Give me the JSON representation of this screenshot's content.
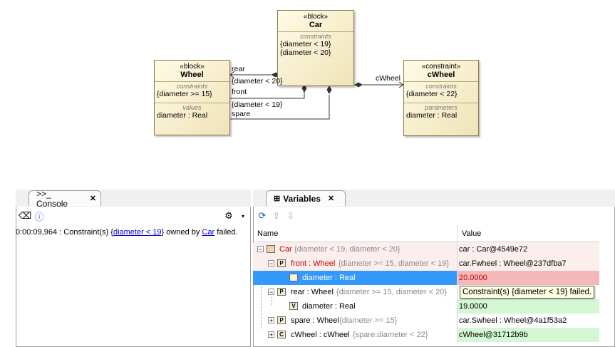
{
  "diagram": {
    "car": {
      "stereotype": "«block»",
      "name": "Car",
      "compartment_title": "constraints",
      "constraints": [
        "{diameter < 19}",
        "{diameter < 20}"
      ]
    },
    "wheel": {
      "stereotype": "«block»",
      "name": "Wheel",
      "constraints_title": "constraints",
      "constraints": [
        "{diameter >= 15}"
      ],
      "values_title": "values",
      "values": [
        "diameter : Real"
      ]
    },
    "cwheel": {
      "stereotype": "«constraint»",
      "name": "cWheel",
      "constraints_title": "constraints",
      "constraints": [
        "{diameter < 22}"
      ],
      "params_title": "parameters",
      "params": [
        "diameter : Real"
      ]
    },
    "labels": {
      "rear": "rear",
      "rear_constraint": "{diameter < 20}",
      "front": "front",
      "front_constraint": "{diameter < 19}",
      "spare": "spare",
      "cwheel": "cWheel"
    }
  },
  "console": {
    "tab_label": ">>_ Console",
    "close": "✕",
    "line": {
      "prefix": "0:00:09,964 : Constraint(s) {",
      "link1": "diameter < 19",
      "middle": "} owned by ",
      "link2": "Car",
      "suffix": " failed."
    }
  },
  "variables": {
    "tab_label": "Variables",
    "close": "✕",
    "columns": {
      "name": "Name",
      "value": "Value"
    },
    "rows": [
      {
        "toggle": "−",
        "icon": "",
        "name": "Car",
        "extra": "{diameter < 19, diameter < 20}",
        "value": "car : Car@4549e72"
      },
      {
        "toggle": "−",
        "icon": "P",
        "name": "front : Wheel",
        "extra": "{diameter >= 15, diameter < 19}",
        "value": "car.Fwheel : Wheel@237dfba7"
      },
      {
        "toggle": "",
        "icon": "V",
        "name": "diameter : Real",
        "extra": "",
        "value": "20.0000"
      },
      {
        "toggle": "−",
        "icon": "P",
        "name": "rear : Wheel",
        "extra": "{diameter >= 15, diameter < 20}",
        "value": ""
      },
      {
        "toggle": "",
        "icon": "V",
        "name": "diameter : Real",
        "extra": "",
        "value": "19.0000"
      },
      {
        "toggle": "+",
        "icon": "P",
        "name": "spare : Wheel",
        "extra": "{diameter >= 15}",
        "value": "car.Swheel : Wheel@4a1f53a2"
      },
      {
        "toggle": "+",
        "icon": "C",
        "name": "cWheel : cWheel",
        "extra": "{spare.diameter < 22}",
        "value": "cWheel@31712b9b"
      }
    ],
    "tooltip": "Constraint(s) {diameter < 19} failed."
  },
  "colors": {
    "selection": "#3399ff",
    "fail": "#f5b8b8",
    "pass": "#d4f7d4",
    "violated_row": "#fdeeee"
  }
}
